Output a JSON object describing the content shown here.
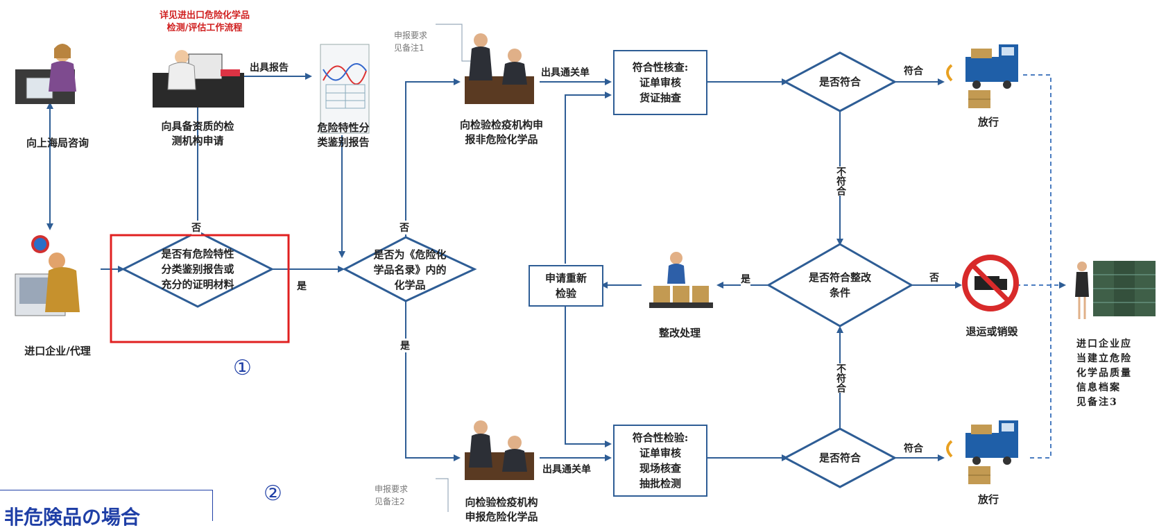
{
  "actors": {
    "consult": "向上海局咨询",
    "importer": "进口企业/代理",
    "lab_apply": "向具备资质的检\n测机构申请",
    "report": "危险特性分\n类鉴别报告",
    "declare_non": "向检验检疫机构申\n报非危险化学品",
    "declare_haz": "向检验检疫机构\n申报危险化学品",
    "rectify": "整改处理",
    "release": "放行",
    "return": "退运或销毁",
    "archive": "进口企业应\n当建立危险\n化学品质量\n信息档案\n见备注3"
  },
  "notes": {
    "lab_process": "详见进出口危险化学品\n检测/评估工作流程",
    "req1": "申报要求\n见备注1",
    "req2": "申报要求\n见备注2"
  },
  "decisions": {
    "has_report": "是否有危险特性\n分类鉴别报告或\n充分的证明材料",
    "in_catalog": "是否为《危险化\n学品名录》内的\n化学品",
    "conform_top": "是否符合",
    "rectifiable": "是否符合整改\n条件",
    "conform_bottom": "是否符合"
  },
  "boxes": {
    "check_top": "符合性核查:\n证单审核\n货证抽查",
    "reinspect": "申请重新\n检验",
    "check_bottom": "符合性检验:\n证单审核\n现场核查\n抽批检测"
  },
  "edges": {
    "issue_report": "出具报告",
    "issue_clearance_top": "出具通关单",
    "issue_clearance_bottom": "出具通关单",
    "yes": "是",
    "no": "否",
    "conform": "符合",
    "nonconform": "不符合"
  },
  "overlay": {
    "marker1": "①",
    "marker2": "②",
    "caption": "非危険品の場合"
  },
  "colors": {
    "flow": "#2e5d95",
    "highlight": "#e02020",
    "annotation": "#1f3fa6",
    "dashed": "#4a7cc0"
  }
}
